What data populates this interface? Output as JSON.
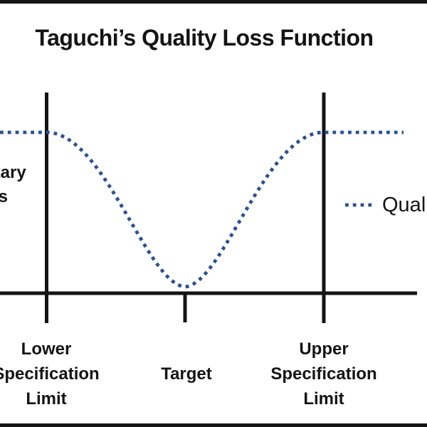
{
  "title": "Taguchi’s Quality Loss Function",
  "y_axis_label": "Monetary\nLoss",
  "x_axis_labels": {
    "lower": "Lower\nSpecification\nLimit",
    "target": "Target",
    "upper": "Upper\nSpecification\nLimit"
  },
  "legend": {
    "label": "Quality Loss"
  },
  "colors": {
    "curve_blue": "#2B5291",
    "ink": "#141414",
    "background": "#FFFFFF"
  },
  "chart_data": {
    "type": "line",
    "title": "Taguchi’s Quality Loss Function",
    "xlabel": "",
    "ylabel": "Monetary Loss",
    "line_style": "dotted",
    "grid": false,
    "legend_position": "right",
    "series": [
      {
        "name": "Quality Loss",
        "x": [
          -1.75,
          -1.5,
          -1.25,
          -1.0,
          -0.75,
          -0.5,
          -0.25,
          0,
          0.25,
          0.5,
          0.75,
          1.0,
          1.25,
          1.5,
          1.75
        ],
        "y": [
          1,
          1,
          1,
          1,
          0.9,
          0.62,
          0.25,
          0,
          0.25,
          0.62,
          0.9,
          1,
          1,
          1,
          1
        ]
      }
    ],
    "x_markers": [
      {
        "label": "Lower Specification Limit",
        "x": -1
      },
      {
        "label": "Target",
        "x": 0
      },
      {
        "label": "Upper Specification Limit",
        "x": 1
      }
    ],
    "y_range": [
      0,
      1
    ],
    "render": {
      "axis_y": 412,
      "axis_x_start": 0,
      "axis_x_end": 586,
      "lsl_x": 65.5,
      "usl_x": 455,
      "target_x": 260,
      "vline_top_y": 130,
      "vline_bottom_y": 454,
      "tick_bottom_y": 453,
      "plateau_y": 186,
      "min_y": 403,
      "curve_start_x": 0,
      "descent_start_x": 68,
      "rise_end_x": 452,
      "curve_end_x": 567,
      "line_width": 5,
      "curve_width": 4.8,
      "dash": "4.8 6"
    }
  }
}
